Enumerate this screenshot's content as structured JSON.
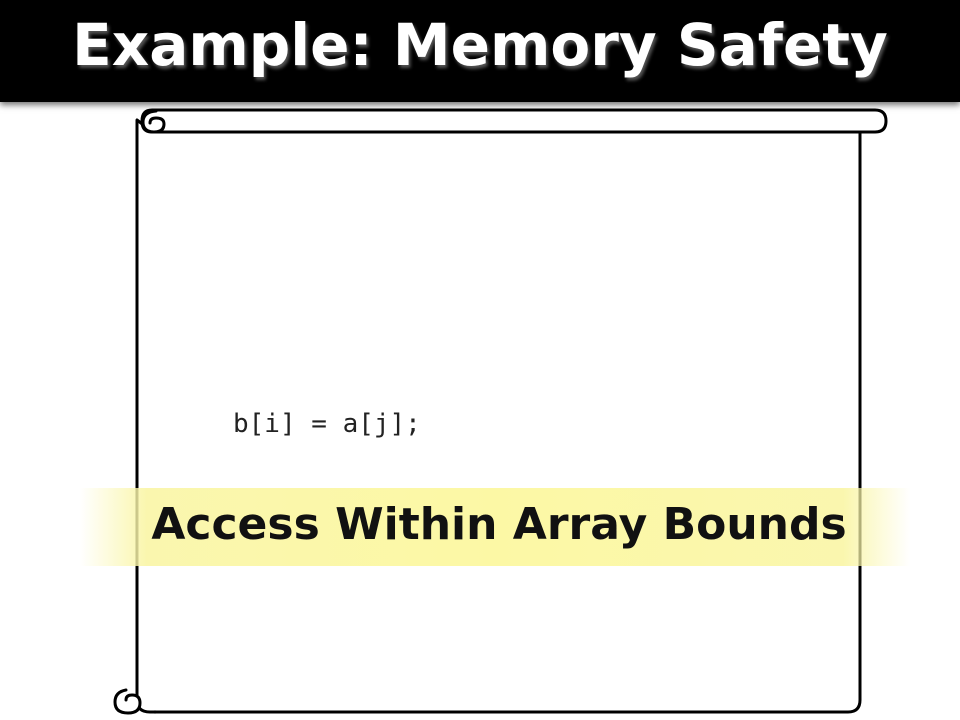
{
  "slide": {
    "title": "Example: Memory Safety",
    "code": "b[i] = a[j];",
    "callout": "Access Within Array Bounds"
  },
  "colors": {
    "title_bar": "#000000",
    "title_text": "#ffffff",
    "highlight": "#fcf8a5",
    "scroll_stroke": "#000000"
  },
  "icons": {
    "scroll": "paper-scroll-icon"
  }
}
